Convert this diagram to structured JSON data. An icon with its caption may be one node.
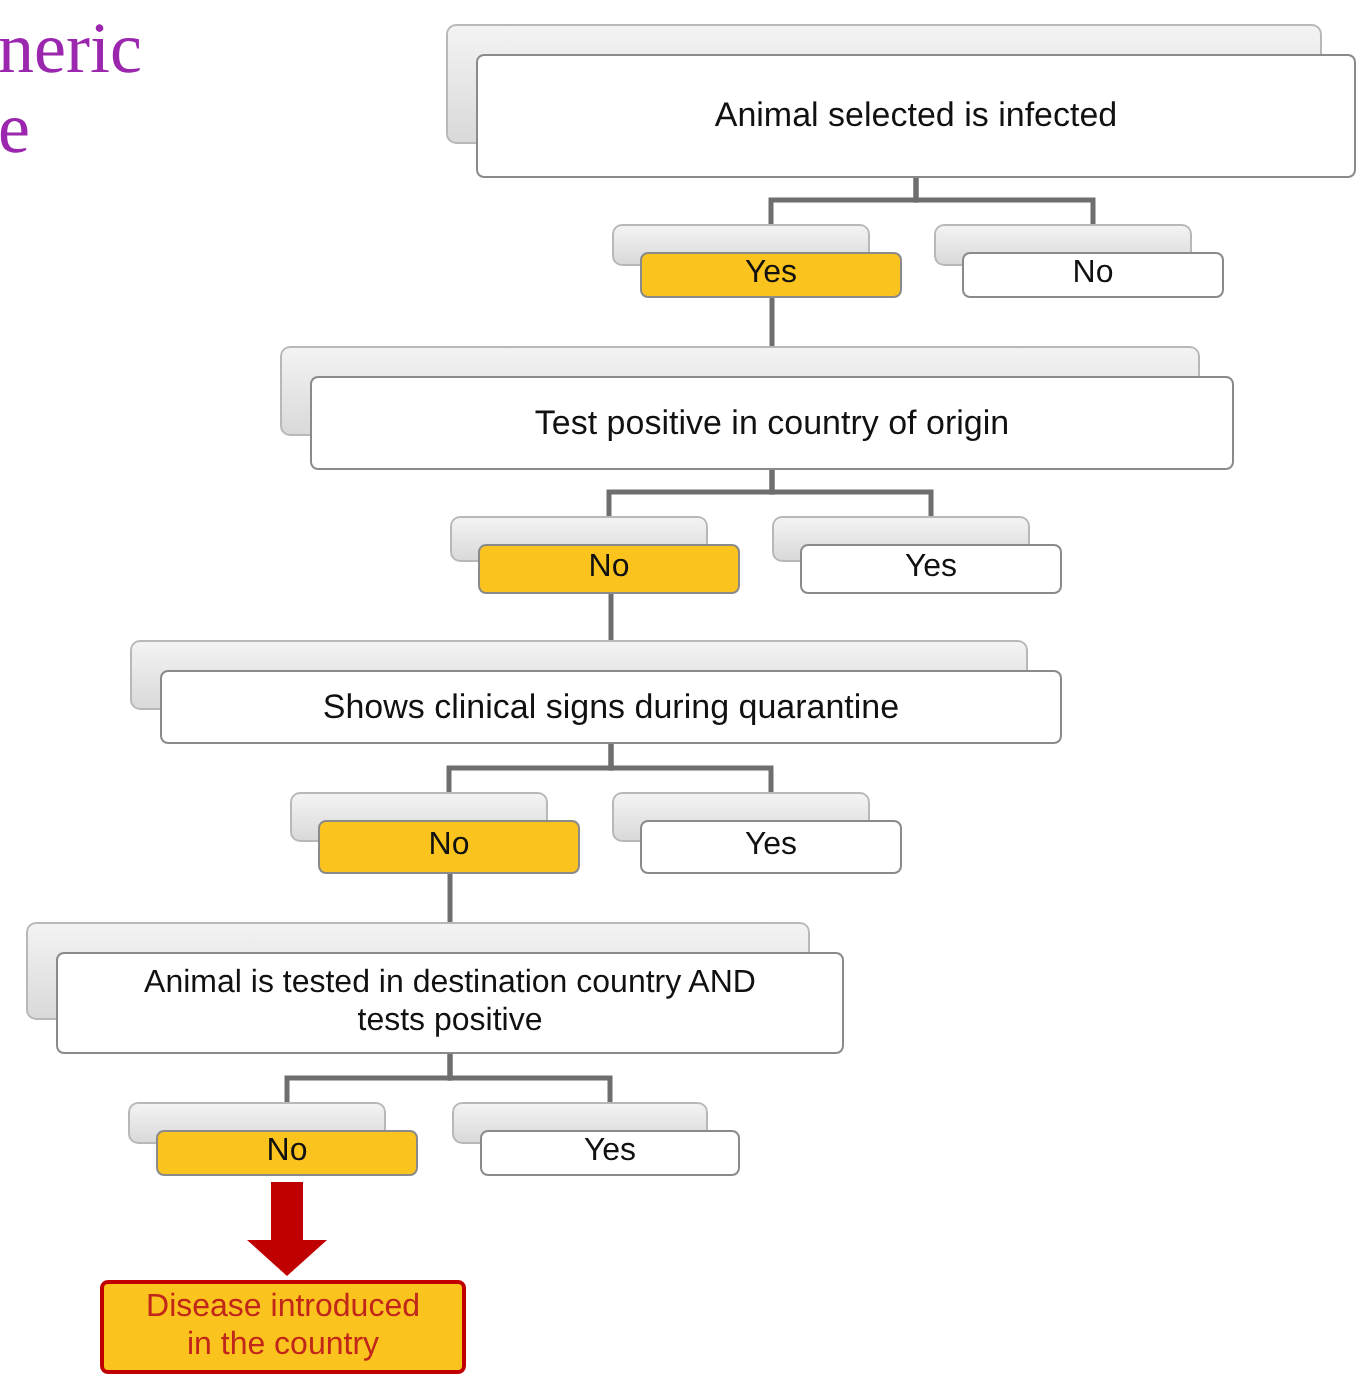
{
  "diagram": {
    "nodes": [
      {
        "text": [
          "Animal selected is infected"
        ]
      },
      {
        "text": [
          "Yes"
        ]
      },
      {
        "text": [
          "No"
        ]
      },
      {
        "text": [
          "Test positive in country of origin"
        ]
      },
      {
        "text": [
          "No"
        ]
      },
      {
        "text": [
          "Yes"
        ]
      },
      {
        "text": [
          "Shows clinical signs during quarantine"
        ]
      },
      {
        "text": [
          "No"
        ]
      },
      {
        "text": [
          "Yes"
        ]
      },
      {
        "text": [
          "Animal is tested in destination country AND tests positive"
        ]
      },
      {
        "text": [
          "No"
        ]
      },
      {
        "text": [
          "Yes"
        ]
      },
      {
        "text": [
          "Disease introduced in the country"
        ]
      }
    ],
    "edges": [
      {
        "from": 0,
        "to": 1,
        "arrow": "none"
      },
      {
        "from": 0,
        "to": 2,
        "arrow": "none"
      },
      {
        "from": 1,
        "to": 3,
        "arrow": "none"
      },
      {
        "from": 3,
        "to": 4,
        "arrow": "none"
      },
      {
        "from": 3,
        "to": 5,
        "arrow": "none"
      },
      {
        "from": 4,
        "to": 6,
        "arrow": "none"
      },
      {
        "from": 6,
        "to": 7,
        "arrow": "none"
      },
      {
        "from": 6,
        "to": 8,
        "arrow": "none"
      },
      {
        "from": 7,
        "to": 9,
        "arrow": "none"
      },
      {
        "from": 9,
        "to": 10,
        "arrow": "none"
      },
      {
        "from": 9,
        "to": 11,
        "arrow": "none"
      },
      {
        "from": 10,
        "to": 12,
        "arrow": "to",
        "style": "thick",
        "color": "#c00000"
      }
    ],
    "labels": [
      "neric",
      "e"
    ]
  }
}
